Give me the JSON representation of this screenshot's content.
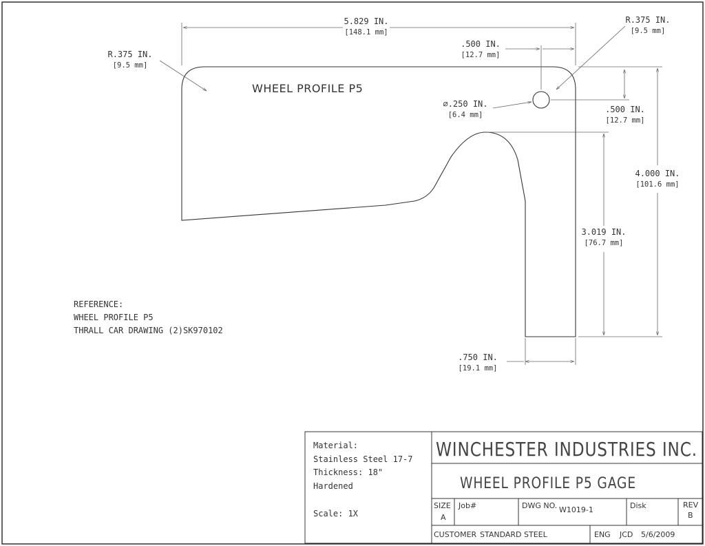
{
  "part_label": "WHEEL PROFILE P5",
  "dimensions": {
    "overall_width": {
      "in": "5.829 IN.",
      "mm": "[148.1 mm]"
    },
    "radius_left": {
      "in": "R.375 IN.",
      "mm": "[9.5 mm]"
    },
    "radius_right": {
      "in": "R.375 IN.",
      "mm": "[9.5 mm]"
    },
    "hole_offset_x": {
      "in": ".500 IN.",
      "mm": "[12.7 mm]"
    },
    "hole_diameter": {
      "in": "⌀.250 IN.",
      "mm": "[6.4 mm]"
    },
    "hole_offset_y": {
      "in": ".500 IN.",
      "mm": "[12.7 mm]"
    },
    "overall_height": {
      "in": "4.000 IN.",
      "mm": "[101.6 mm]"
    },
    "leg_height": {
      "in": "3.019 IN.",
      "mm": "[76.7 mm]"
    },
    "leg_width": {
      "in": ".750 IN.",
      "mm": "[19.1 mm]"
    }
  },
  "reference": {
    "heading": "REFERENCE:",
    "line1": "WHEEL PROFILE P5",
    "line2": "THRALL CAR DRAWING (2)SK970102"
  },
  "title_block": {
    "material_label": "Material:",
    "material_value": "Stainless Steel 17-7",
    "thickness": "Thickness: 18\"",
    "treatment": "Hardened",
    "scale": "Scale: 1X",
    "company": "WINCHESTER INDUSTRIES INC.",
    "drawing_title": "WHEEL PROFILE P5 GAGE",
    "size_label": "SIZE",
    "size_value": "A",
    "job_label": "Job#",
    "dwg_label": "DWG NO.",
    "dwg_value": "W1019-1",
    "disk_label": "Disk",
    "rev_label": "REV",
    "rev_value": "B",
    "customer_label": "CUSTOMER",
    "customer_value": "STANDARD STEEL",
    "eng_label": "ENG",
    "eng_value": "JCD",
    "date": "5/6/2009"
  }
}
